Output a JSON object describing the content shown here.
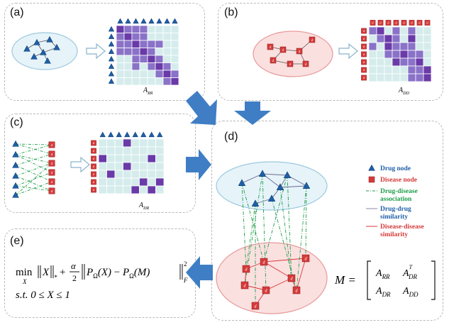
{
  "panels": {
    "a": {
      "label": "(a)",
      "matrix_label": "A",
      "matrix_sub": "RR"
    },
    "b": {
      "label": "(b)",
      "matrix_label": "A",
      "matrix_sub": "DD"
    },
    "c": {
      "label": "(c)",
      "matrix_label": "A",
      "matrix_sub": "DR"
    },
    "d": {
      "label": "(d)"
    },
    "e": {
      "label": "(e)"
    }
  },
  "legend": [
    {
      "text": "Drug node",
      "color": "#1f5fa8",
      "symbol": "triangle"
    },
    {
      "text": "Disease node",
      "color": "#d63a3a",
      "symbol": "square"
    },
    {
      "text": "Drug-disease",
      "color": "#1f9e4a",
      "symbol": "dashdot"
    },
    {
      "text": "association",
      "color": "#1f9e4a",
      "symbol": "none"
    },
    {
      "text": "Drug-drug",
      "color": "#1f5fa8",
      "symbol": "line-gray"
    },
    {
      "text": "similarity",
      "color": "#1f5fa8",
      "symbol": "none"
    },
    {
      "text": "Disease-disease",
      "color": "#d63a3a",
      "symbol": "line-red"
    },
    {
      "text": "similarity",
      "color": "#d63a3a",
      "symbol": "none"
    }
  ],
  "disease_node_label": "d",
  "formula": {
    "min": "min",
    "min_var": "X",
    "norm_sub": "*",
    "alpha": "α",
    "two": "2",
    "p1": "P",
    "omega": "Ω",
    "x": "(X)",
    "minus": " − ",
    "m": "(M)",
    "f": "F",
    "sq": "2",
    "constraint": "s.t.  0 ≤ X ≤ 1"
  },
  "m_matrix": {
    "lhs": "M =",
    "a11": "A",
    "a11_sub": "RR",
    "a12": "A",
    "a12_sub": "DR",
    "a12_sup": "T",
    "a21": "A",
    "a21_sub": "DR",
    "a22": "A",
    "a22_sub": "DD"
  },
  "colors": {
    "drug": "#1f5fa8",
    "disease": "#d63a3a",
    "assoc": "#1f9e4a",
    "arrow": "#3f7ec4",
    "cell": "#d6ecec",
    "cell_purple": "#6a3aa8",
    "cell_mid": "#8a72c8"
  }
}
